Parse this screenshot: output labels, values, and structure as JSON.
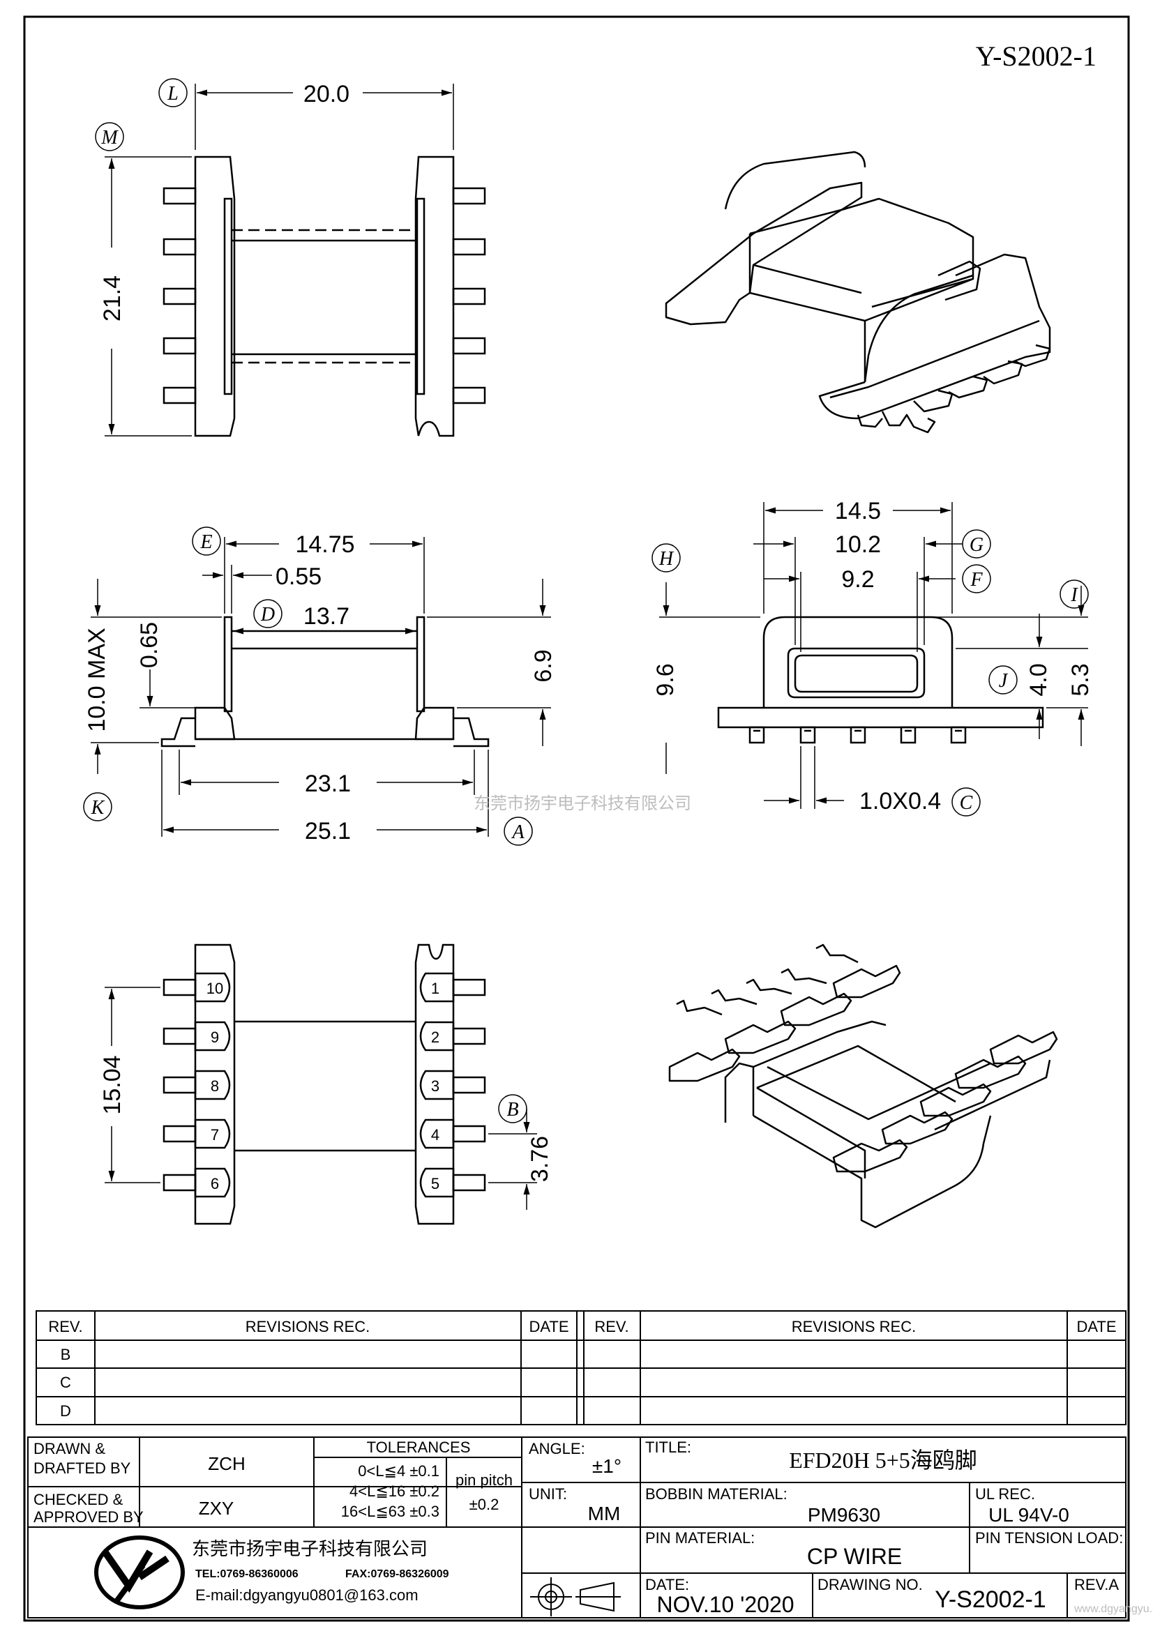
{
  "drawing_id": "Y-S2002-1",
  "watermark": "东莞市扬宇电子科技有限公司",
  "watermark_url": "www.dgyangyu.cn",
  "top_view": {
    "label_L": "L",
    "label_M": "M",
    "width": "20.0",
    "height": "21.4"
  },
  "side_view": {
    "label_E": "E",
    "label_D": "D",
    "label_K": "K",
    "label_A": "A",
    "dim_14_75": "14.75",
    "dim_0_55": "0.55",
    "dim_13_7": "13.7",
    "dim_0_65": "0.65",
    "dim_10_max": "10.0 MAX",
    "dim_6_9": "6.9",
    "dim_23_1": "23.1",
    "dim_25_1": "25.1"
  },
  "front_view": {
    "label_H": "H",
    "label_G": "G",
    "label_F": "F",
    "label_I": "I",
    "label_J": "J",
    "label_C": "C",
    "dim_14_5": "14.5",
    "dim_10_2": "10.2",
    "dim_9_2": "9.2",
    "dim_9_6": "9.6",
    "dim_4_0": "4.0",
    "dim_5_3": "5.3",
    "dim_pin": "1.0X0.4"
  },
  "bottom_view": {
    "label_B": "B",
    "dim_15_04": "15.04",
    "dim_3_76": "3.76",
    "pins_left": [
      "10",
      "9",
      "8",
      "7",
      "6"
    ],
    "pins_right": [
      "1",
      "2",
      "3",
      "4",
      "5"
    ]
  },
  "revisions": {
    "header_rev": "REV.",
    "header_rec": "REVISIONS   REC.",
    "header_date": "DATE",
    "rows": [
      "B",
      "C",
      "D"
    ]
  },
  "title_block": {
    "drawn_label_1": "DRAWN &",
    "drawn_label_2": "DRAFTED BY",
    "drawn_value": "ZCH",
    "checked_label_1": "CHECKED &",
    "checked_label_2": "APPROVED BY",
    "checked_value": "ZXY",
    "tolerances_label": "TOLERANCES",
    "tol_1": "0<L≦4    ±0.1",
    "tol_2": "4<L≦16  ±0.2",
    "tol_3": "16<L≦63 ±0.3",
    "pin_pitch_label": "pin  pitch",
    "pin_pitch_value": "±0.2",
    "angle_label": "ANGLE:",
    "angle_value": "±1°",
    "unit_label": "UNIT:",
    "unit_value": "MM",
    "title_label": "TITLE:",
    "title_value": "EFD20H 5+5海鸥脚",
    "bobbin_label": "BOBBIN MATERIAL:",
    "bobbin_value": "PM9630",
    "ul_label": "UL REC.",
    "ul_value": "UL 94V-0",
    "pin_mat_label": "PIN MATERIAL:",
    "pin_mat_value": "CP WIRE",
    "pin_tension_label": "PIN TENSION LOAD:",
    "date_label": "DATE:",
    "date_value": "NOV.10 '2020",
    "drawing_no_label": "DRAWING NO.",
    "drawing_no_value": "Y-S2002-1",
    "rev_label": "REV.A",
    "company_name": "东莞市扬宇电子科技有限公司",
    "company_tel": "TEL:0769-86360006",
    "company_fax": "FAX:0769-86326009",
    "company_email": "E-mail:dgyangyu0801@163.com"
  }
}
